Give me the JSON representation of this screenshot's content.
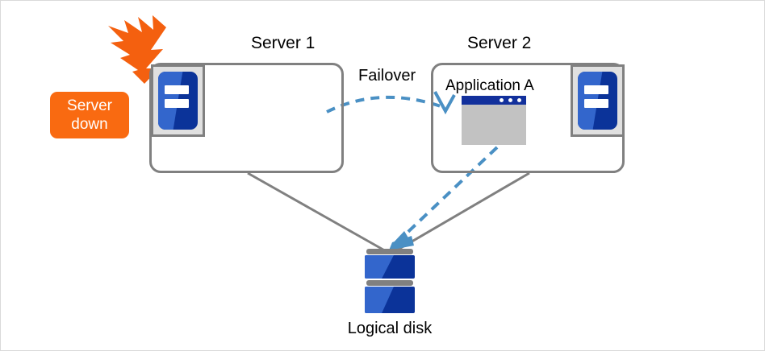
{
  "diagram": {
    "title_server1": "Server 1",
    "title_server2": "Server 2",
    "failover_label": "Failover",
    "application_label": "Application  A",
    "disk_label": "Logical disk",
    "status_badge": {
      "line1": "Server",
      "line2": "down"
    },
    "icons": {
      "server_machine": "server-machine-icon",
      "application_window": "application-window-icon",
      "logical_disk": "logical-disk-icon",
      "failure_burst": "failure-burst-icon",
      "failover_arrow": "failover-arrow-icon",
      "disk-access-arrow": "disk-access-arrow-icon"
    },
    "colors": {
      "accent_blue": "#0b3399",
      "light_blue": "#3366cc",
      "arrow_blue": "#4a90c4",
      "status_orange": "#f96a11",
      "outline_gray": "#808080",
      "panel_gray": "#c2c2c2",
      "titlebar_navy": "#12309c"
    }
  }
}
